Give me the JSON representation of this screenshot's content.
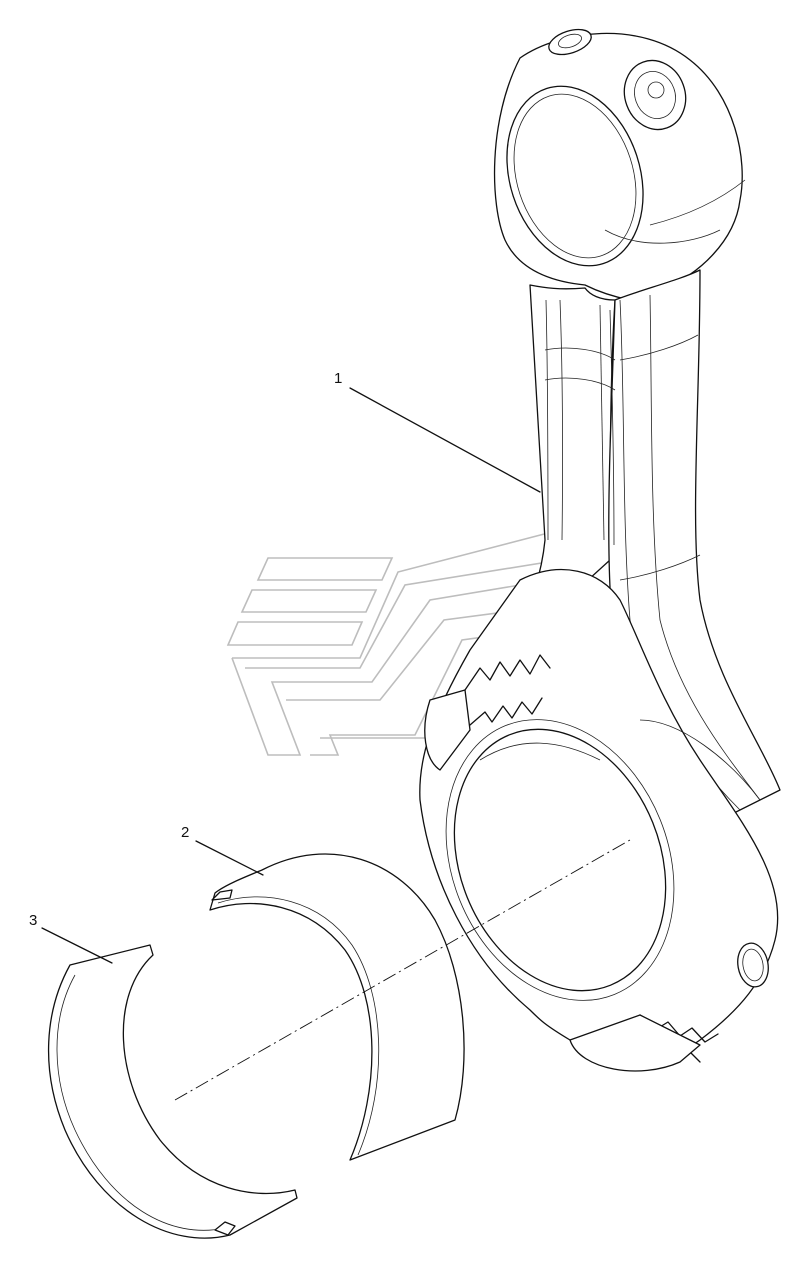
{
  "callouts": [
    {
      "id": "1",
      "label": "1"
    },
    {
      "id": "2",
      "label": "2"
    },
    {
      "id": "3",
      "label": "3"
    }
  ],
  "parts": [
    {
      "number": "1",
      "icon": "connecting-rod-icon"
    },
    {
      "number": "2",
      "icon": "upper-bearing-shell-icon"
    },
    {
      "number": "3",
      "icon": "lower-bearing-shell-icon"
    }
  ],
  "watermark": {
    "icon": "brand-logo-watermark-icon",
    "color": "#bdbdbd"
  },
  "colors": {
    "line": "#111111",
    "background": "#ffffff"
  }
}
